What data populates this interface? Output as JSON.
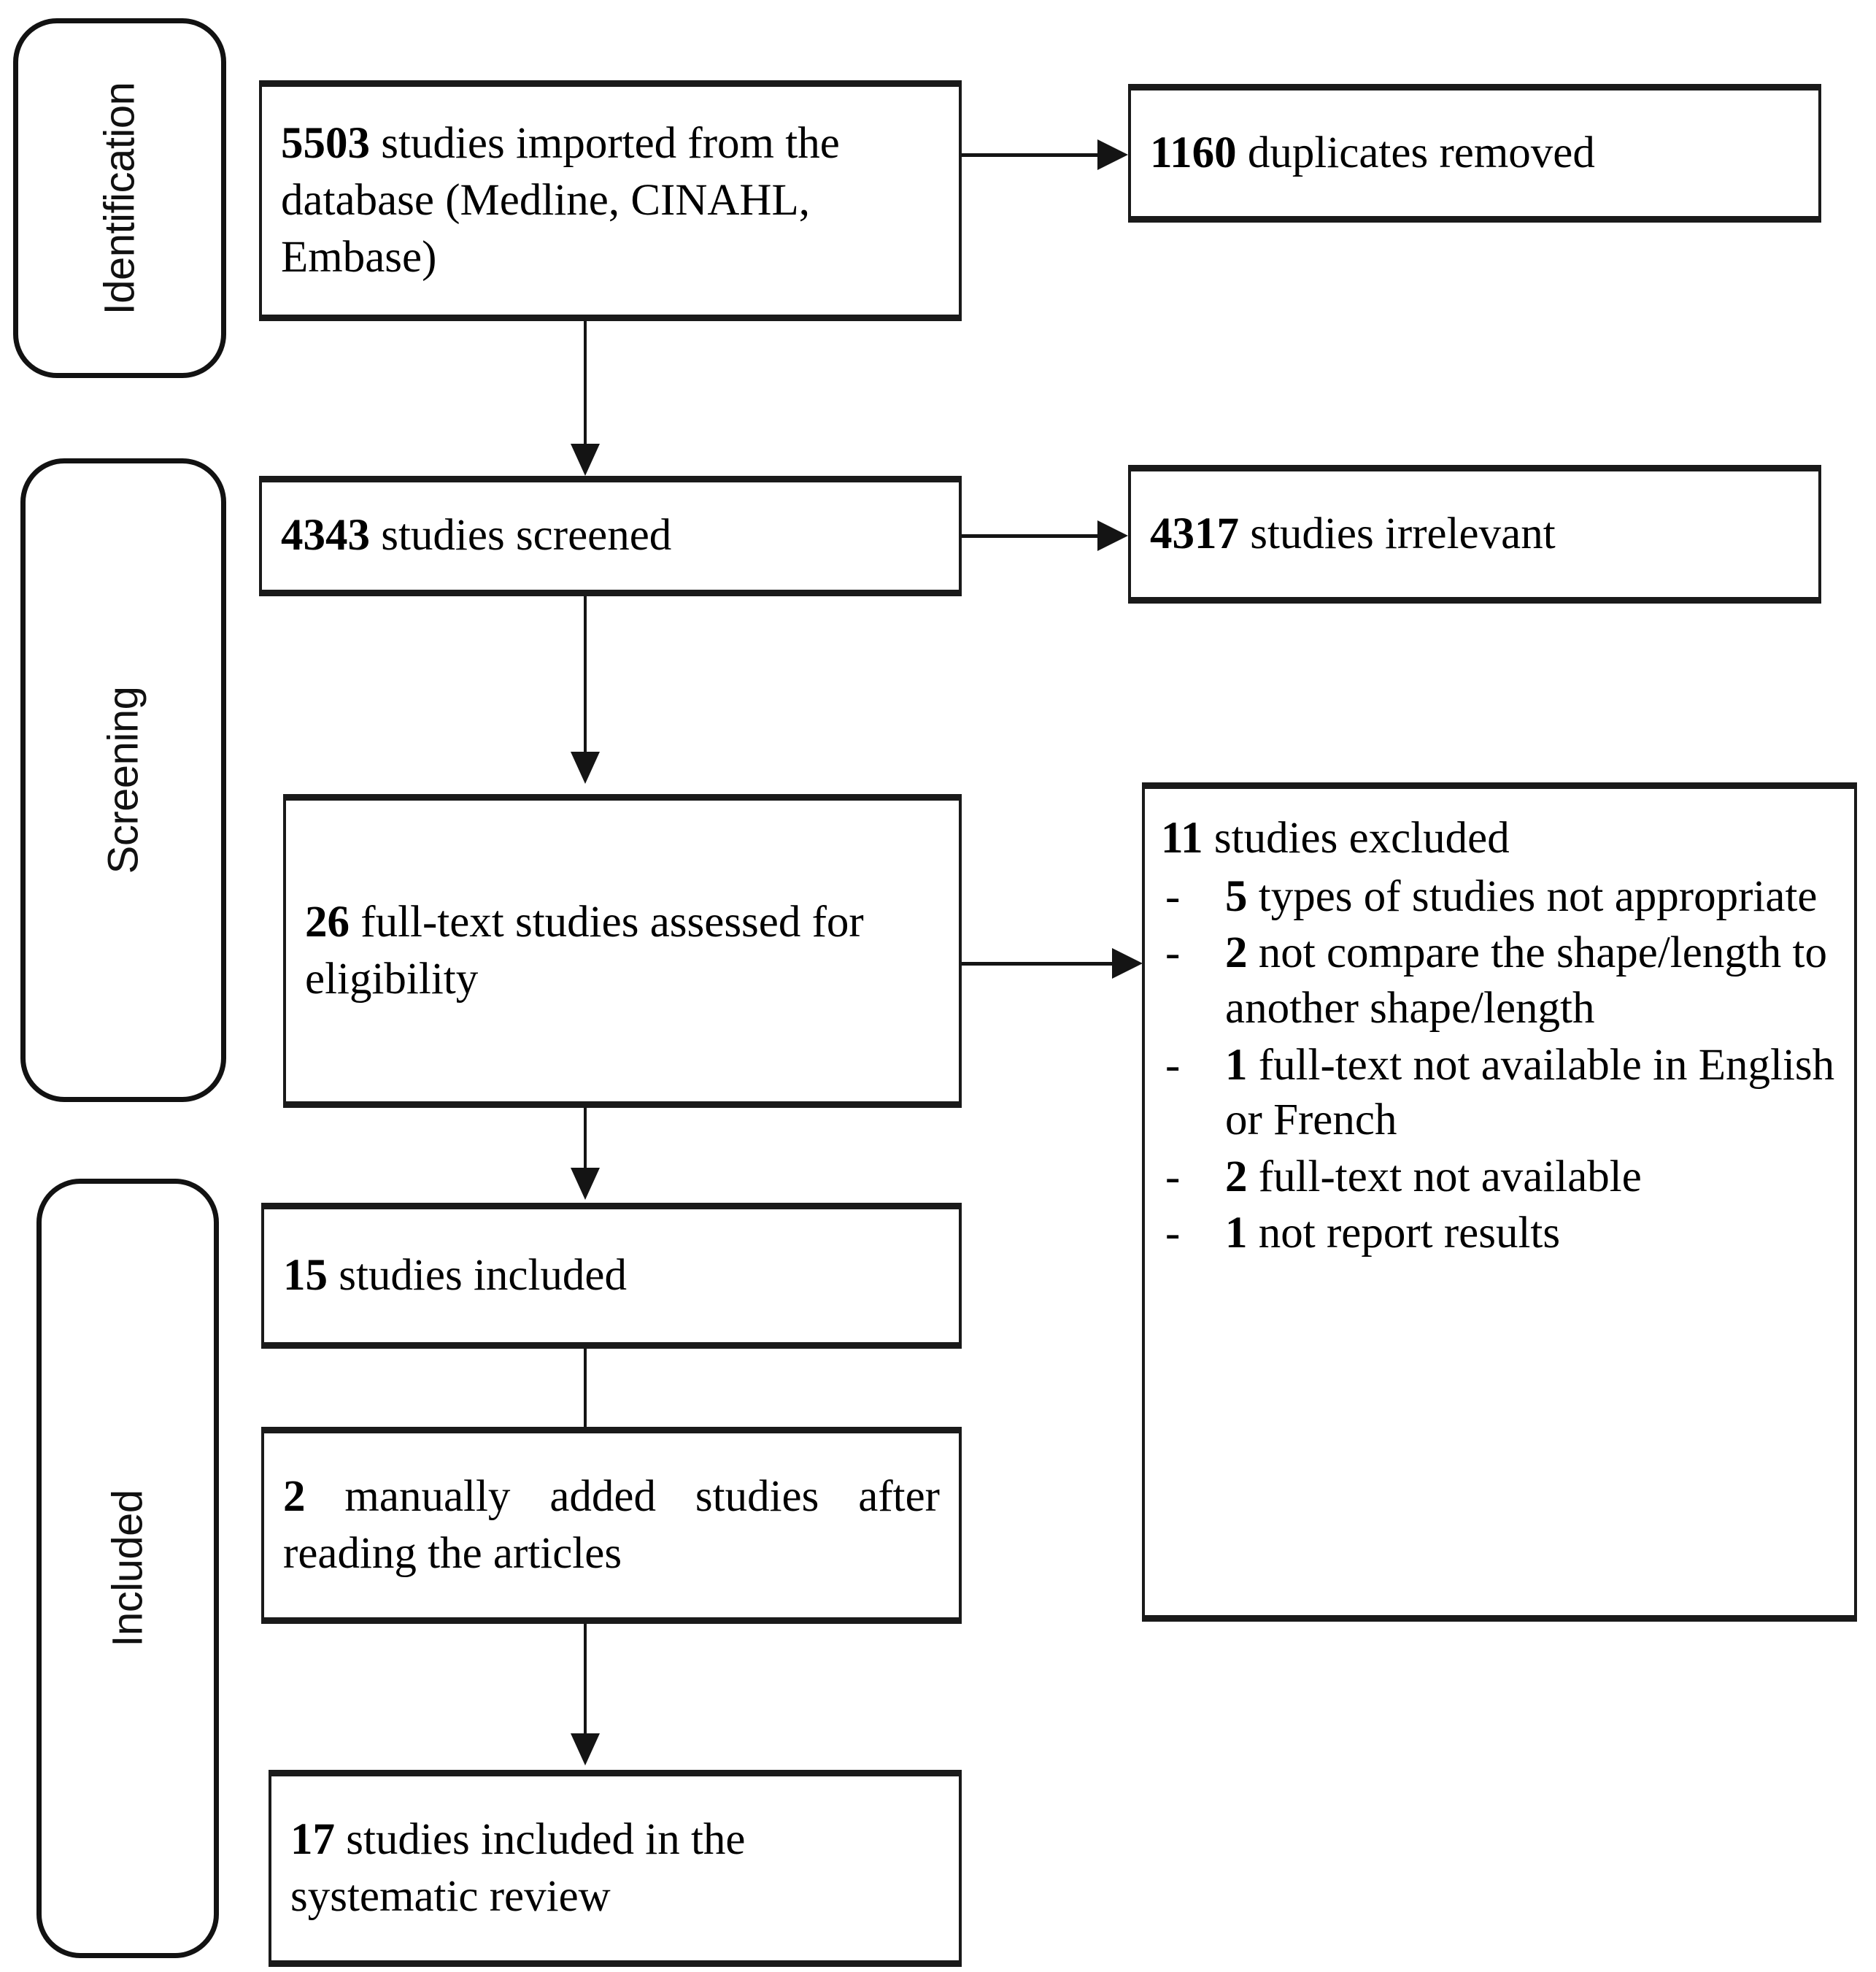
{
  "diagram": {
    "type": "prisma-flow-diagram",
    "stages": [
      {
        "id": "identification",
        "label": "Identification"
      },
      {
        "id": "screening",
        "label": "Screening"
      },
      {
        "id": "included",
        "label": "Included"
      }
    ],
    "boxes": {
      "imported": {
        "count": "5503",
        "text": " studies imported from the database (Medline, CINAHL, Embase)"
      },
      "duplicates": {
        "count": "1160",
        "text": " duplicates removed"
      },
      "screened": {
        "count": "4343",
        "text": " studies screened"
      },
      "irrelevant": {
        "count": "4317",
        "text": " studies irrelevant"
      },
      "eligibility": {
        "count": "26",
        "text": " full-text studies assessed for eligibility"
      },
      "excluded": {
        "count": "11",
        "text": " studies excluded",
        "bullet_marker": "-",
        "reasons": [
          {
            "count": "5",
            "text": " types of studies not appropriate"
          },
          {
            "count": "2",
            "text": " not compare the shape/length to another shape/length"
          },
          {
            "count": "1",
            "text": " full-text not available in English or French"
          },
          {
            "count": "2",
            "text": " full-text not available"
          },
          {
            "count": "1",
            "text": " not report results"
          }
        ]
      },
      "included15": {
        "count": "15",
        "text": " studies included"
      },
      "manual": {
        "count": "2",
        "text": " manually added studies after reading the articles"
      },
      "final": {
        "count": "17",
        "text": " studies included in the systematic review"
      }
    },
    "colors": {
      "stroke": "#141414",
      "background": "#ffffff",
      "text": "#000000"
    }
  }
}
